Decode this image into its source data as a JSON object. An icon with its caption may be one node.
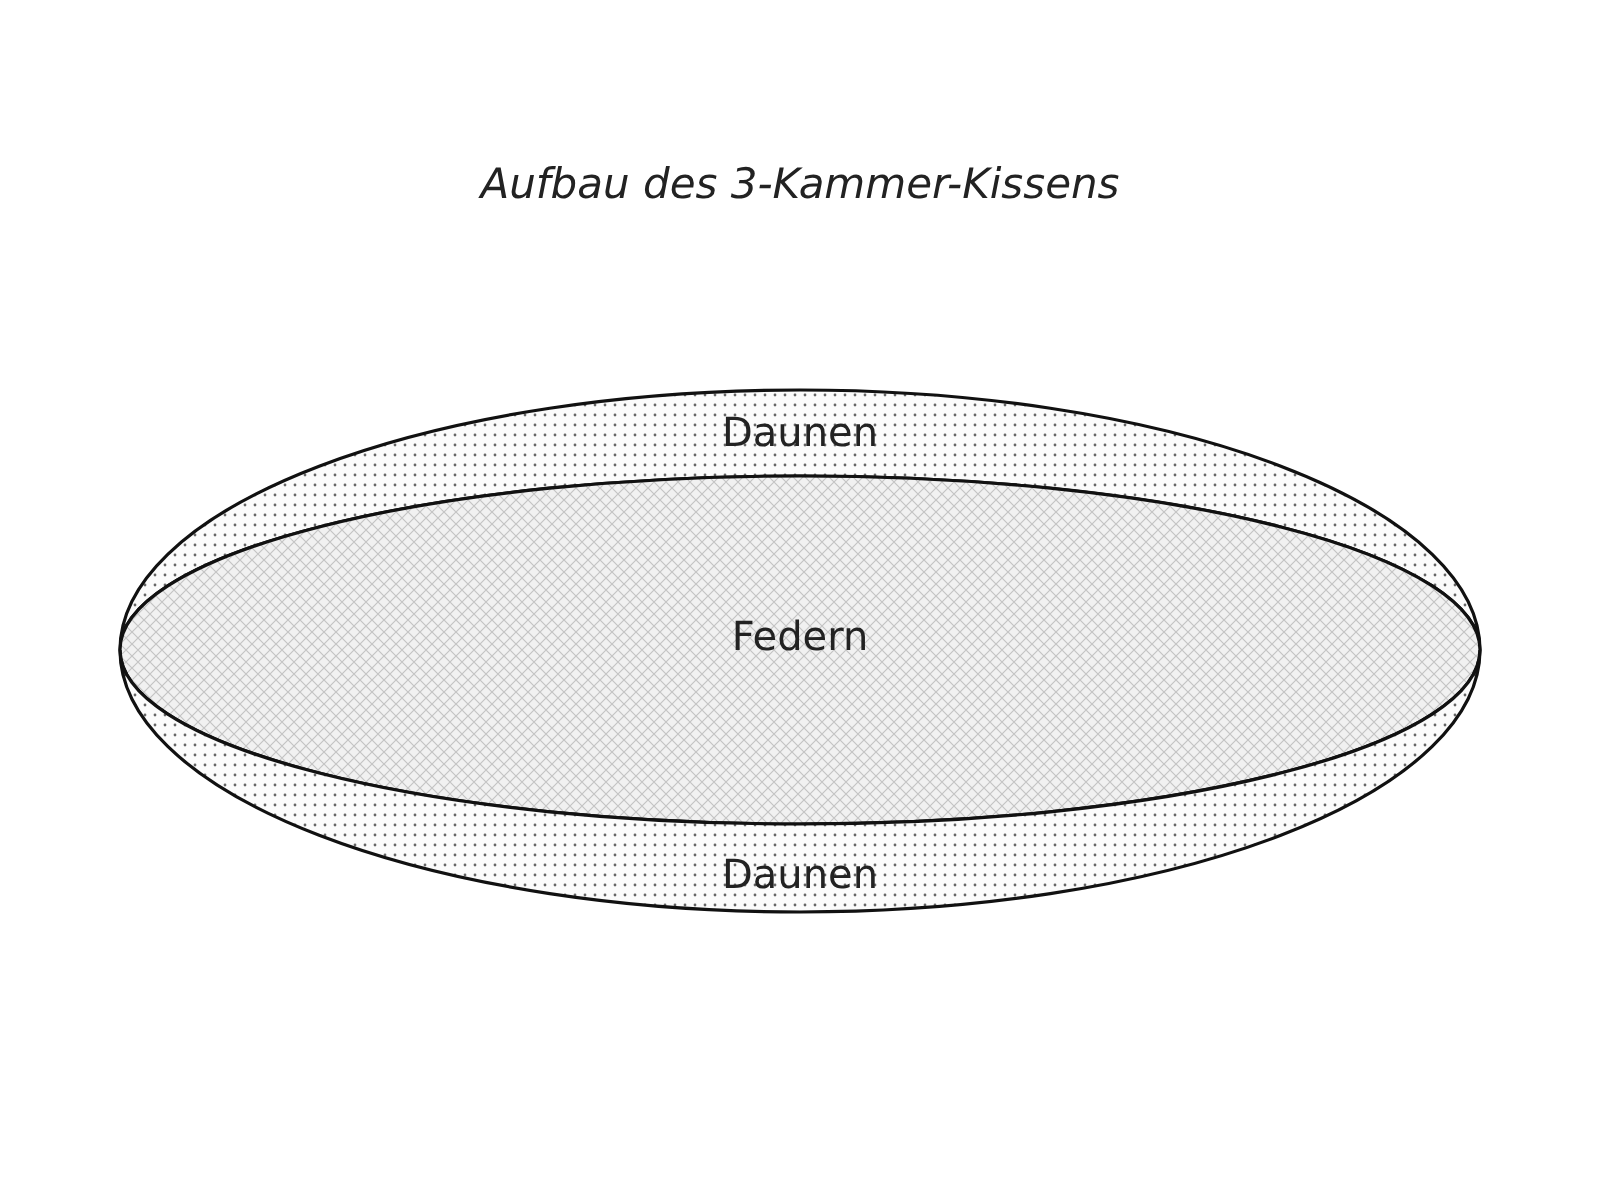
{
  "diagram": {
    "title": "Aufbau des 3-Kammer-Kissens",
    "nodes": [
      {
        "text": [
          "Daunen"
        ]
      },
      {
        "text": [
          "Federn"
        ]
      },
      {
        "text": [
          "Daunen"
        ]
      }
    ]
  }
}
